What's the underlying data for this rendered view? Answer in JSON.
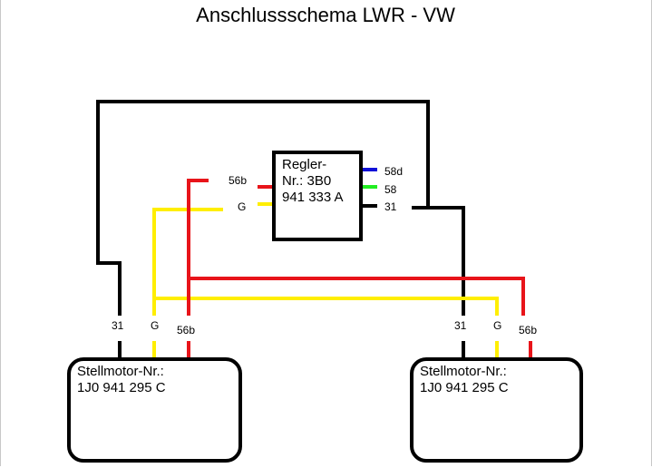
{
  "title": "Anschlussschema LWR - VW",
  "colors": {
    "black": "#000000",
    "red": "#e8141a",
    "yellow": "#ffee00",
    "blue": "#1010d8",
    "green": "#22ee22"
  },
  "regler": {
    "line1": "Regler-",
    "line2": "Nr.: 3B0",
    "line3": "941 333 A",
    "pin_56b": "56b",
    "pin_g": "G",
    "pin_58d": "58d",
    "pin_58": "58",
    "pin_31": "31"
  },
  "motor_left": {
    "line1": "Stellmotor-Nr.:",
    "line2": "1J0 941 295 C",
    "pin_31": "31",
    "pin_g": "G",
    "pin_56b": "56b"
  },
  "motor_right": {
    "line1": "Stellmotor-Nr.:",
    "line2": "1J0 941 295 C",
    "pin_31": "31",
    "pin_g": "G",
    "pin_56b": "56b"
  }
}
